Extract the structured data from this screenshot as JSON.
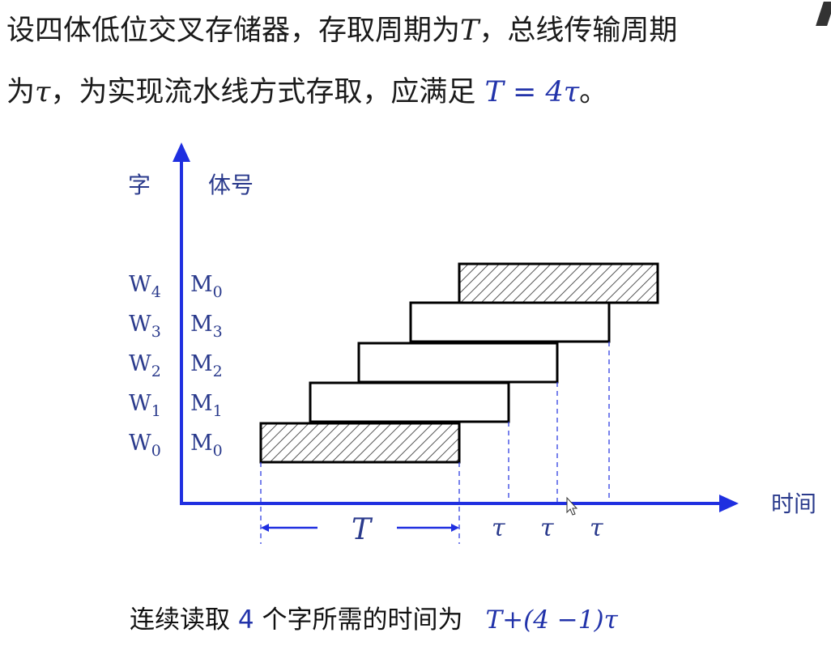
{
  "intro": {
    "line1_text": "设四体低位交叉存储器，存取周期为",
    "line1_T": "T",
    "line1_text2": "，总线传输周期",
    "line2_text": "为",
    "line2_tau": "τ",
    "line2_text2": "，为实现流水线方式存取，应满足",
    "condition": "T = 4τ",
    "line2_end": "。"
  },
  "axes": {
    "y_label_word": "字",
    "y_label_bank": "体号",
    "x_label": "时间"
  },
  "rows": [
    {
      "word": "W",
      "word_sub": "4",
      "bank": "M",
      "bank_sub": "0",
      "hatched": true
    },
    {
      "word": "W",
      "word_sub": "3",
      "bank": "M",
      "bank_sub": "3",
      "hatched": false
    },
    {
      "word": "W",
      "word_sub": "2",
      "bank": "M",
      "bank_sub": "2",
      "hatched": false
    },
    {
      "word": "W",
      "word_sub": "1",
      "bank": "M",
      "bank_sub": "1",
      "hatched": false
    },
    {
      "word": "W",
      "word_sub": "0",
      "bank": "M",
      "bank_sub": "0",
      "hatched": true
    }
  ],
  "intervals": {
    "T_label": "T",
    "tau_labels": [
      "τ",
      "τ",
      "τ"
    ]
  },
  "caption": {
    "text": "连续读取",
    "count": "4",
    "text2": "个字所需的时间为",
    "formula": "T+(4 −1)τ"
  },
  "colors": {
    "axis": "#1f2fe0",
    "label": "#2a3a8c",
    "hatch": "#555555"
  }
}
